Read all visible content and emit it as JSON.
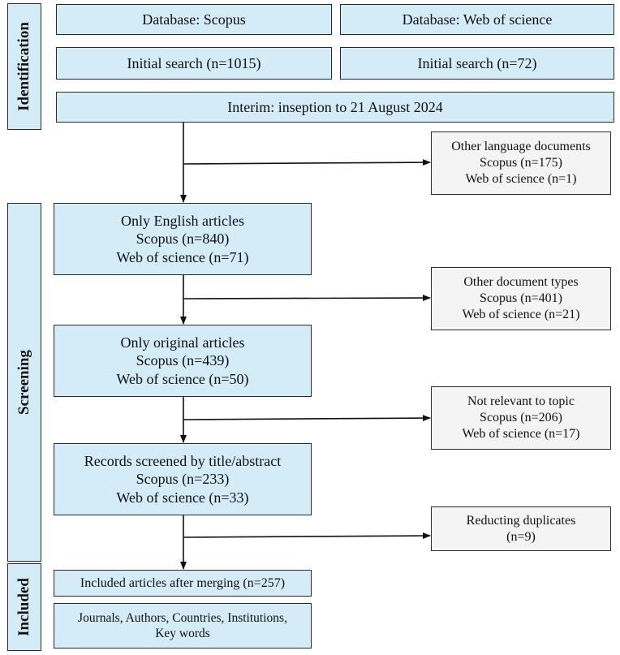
{
  "stages": {
    "identification": "Identification",
    "screening": "Screening",
    "included": "Included"
  },
  "identification": {
    "db_scopus": "Database: Scopus",
    "db_wos": "Database: Web of science",
    "search_scopus": "Initial search (n=1015)",
    "search_wos": "Initial search (n=72)",
    "interim": "Interim: inseption to 21 August 2024"
  },
  "screening": {
    "english": {
      "title": "Only English articles",
      "scopus": "Scopus (n=840)",
      "wos": "Web of science  (n=71)"
    },
    "original": {
      "title": "Only original articles",
      "scopus": "Scopus (n=439)",
      "wos": "Web of science  (n=50)"
    },
    "title_abstract": {
      "title": "Records screened by title/abstract",
      "scopus": "Scopus (n=233)",
      "wos": "Web of science  (n=33)"
    }
  },
  "exclusions": {
    "language": {
      "title": "Other language documents",
      "scopus": "Scopus (n=175)",
      "wos": "Web of science  (n=1)"
    },
    "doc_types": {
      "title": "Other document types",
      "scopus": "Scopus (n=401)",
      "wos": "Web of science  (n=21)"
    },
    "topic": {
      "title": "Not relevant to topic",
      "scopus": "Scopus (n=206)",
      "wos": "Web of science  (n=17)"
    },
    "duplicates": {
      "title": "Reducting duplicates",
      "count": "(n=9)"
    }
  },
  "included": {
    "merged": "Included articles after merging (n=257)",
    "analysis_line1": "Journals, Authors, Countries, Institutions,",
    "analysis_line2": "Key words"
  },
  "colors": {
    "box_blue": "#d3ecf7",
    "box_grey": "#f4f4f4",
    "line": "#111111"
  }
}
